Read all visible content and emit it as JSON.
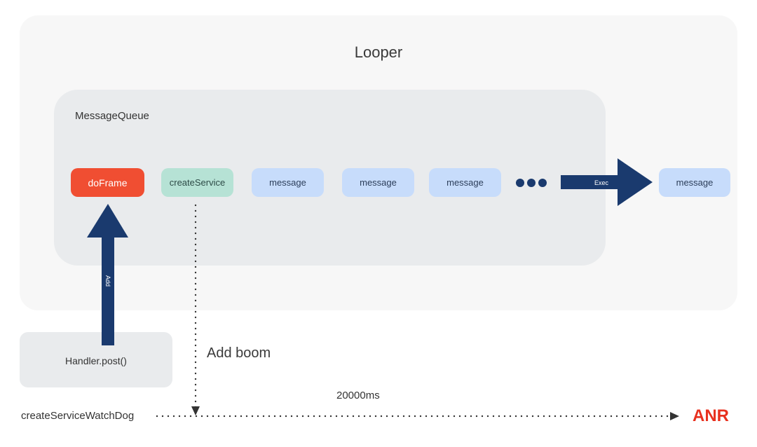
{
  "looper": {
    "title": "Looper"
  },
  "message_queue": {
    "title": "MessageQueue",
    "items": [
      {
        "label": "doFrame"
      },
      {
        "label": "createService"
      },
      {
        "label": "message"
      },
      {
        "label": "message"
      },
      {
        "label": "message"
      }
    ]
  },
  "exec_arrow": {
    "label": "Exec"
  },
  "executed_message": {
    "label": "message"
  },
  "add_arrow": {
    "label": "Add"
  },
  "handler": {
    "label": "Handler.post()"
  },
  "annotations": {
    "add_boom": "Add boom",
    "timeout": "20000ms",
    "watchdog": "createServiceWatchDog",
    "anr": "ANR"
  },
  "colors": {
    "arrow": "#1a3a6e",
    "doframe": "#f04e32",
    "create_service": "#b6e2d5",
    "message": "#c7dcfb",
    "anr": "#e8311f"
  }
}
